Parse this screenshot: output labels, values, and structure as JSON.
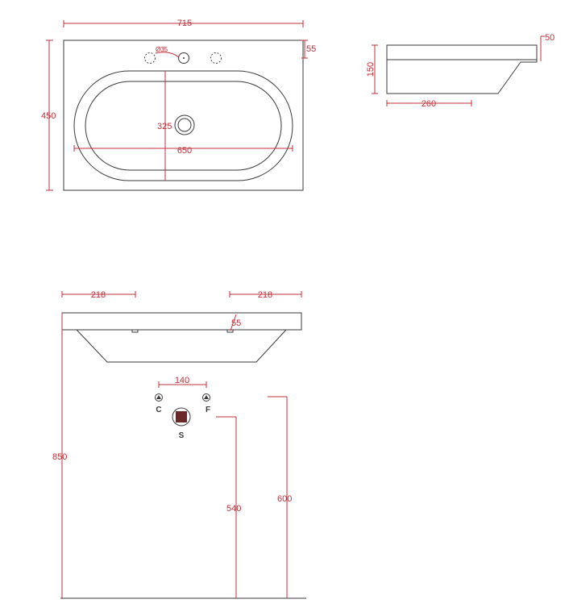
{
  "top_view": {
    "width": "715",
    "depth": "450",
    "tap_hole_offset": "55",
    "tap_hole_diameter": "Ø35",
    "bowl_depth": "325",
    "bowl_width": "650"
  },
  "side_view": {
    "height": "150",
    "rim": "50",
    "depth": "260"
  },
  "front_view": {
    "left_offset": "218",
    "right_offset": "218",
    "rim": "55",
    "hot_cold_spacing": "140",
    "cold_label": "C",
    "hot_label": "F",
    "waste_label": "S",
    "rim_height": "850",
    "tap_height": "540",
    "waste_height": "600"
  }
}
